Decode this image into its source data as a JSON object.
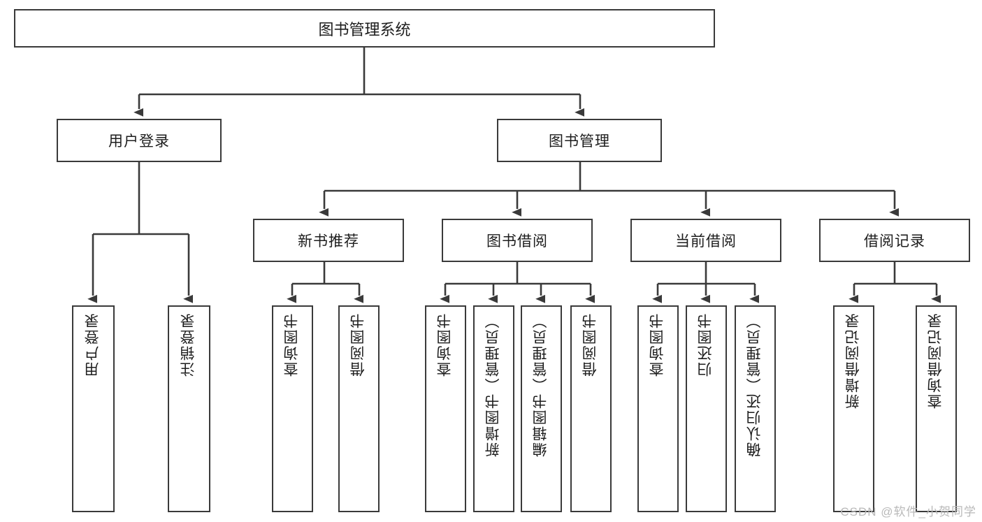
{
  "diagram": {
    "type": "hierarchy-tree",
    "title": "图书管理系统",
    "levels": {
      "root": {
        "label": "图书管理系统"
      },
      "level2": [
        {
          "label": "用户登录"
        },
        {
          "label": "图书管理"
        }
      ],
      "level3": [
        {
          "label": "新书推荐"
        },
        {
          "label": "图书借阅"
        },
        {
          "label": "当前借阅"
        },
        {
          "label": "借阅记录"
        }
      ],
      "leaves": [
        {
          "label": "用户登录",
          "parent": "用户登录"
        },
        {
          "label": "注销登录",
          "parent": "用户登录"
        },
        {
          "label": "查询图书",
          "parent": "新书推荐"
        },
        {
          "label": "借阅图书",
          "parent": "新书推荐"
        },
        {
          "label": "查询图书",
          "parent": "图书借阅"
        },
        {
          "label": "新增图书（管理员）",
          "parent": "图书借阅"
        },
        {
          "label": "编辑图书（管理员）",
          "parent": "图书借阅"
        },
        {
          "label": "借阅图书",
          "parent": "图书借阅"
        },
        {
          "label": "查询图书",
          "parent": "当前借阅"
        },
        {
          "label": "归还图书",
          "parent": "当前借阅"
        },
        {
          "label": "确认归还（管理员）",
          "parent": "当前借阅"
        },
        {
          "label": "新增借阅记录",
          "parent": "借阅记录"
        },
        {
          "label": "查询借阅记录",
          "parent": "借阅记录"
        }
      ]
    },
    "watermark": "CSDN @软件_小贺同学",
    "colors": {
      "box_border": "#3a3a3a",
      "box_fill": "#ffffff",
      "connector": "#3a3a3a",
      "text": "#1d1d1d",
      "watermark": "#b9b9b9",
      "background": "#ffffff"
    }
  }
}
